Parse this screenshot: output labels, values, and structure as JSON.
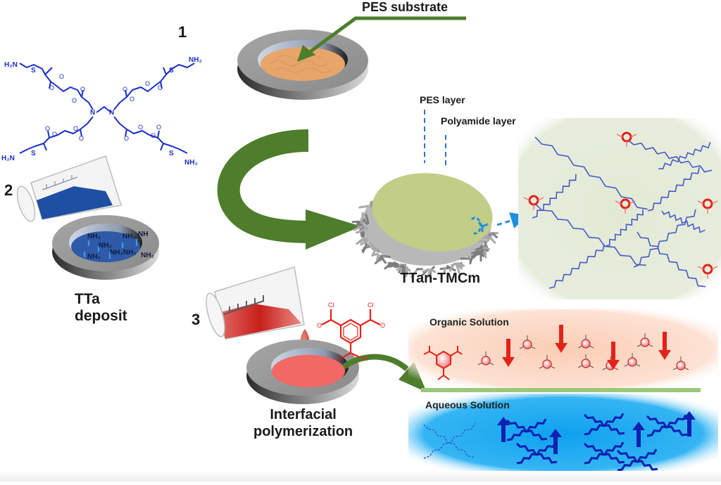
{
  "figure": {
    "steps": [
      {
        "number": "1",
        "caption": "PES substrate"
      },
      {
        "number": "2",
        "caption_lines": [
          "TTa",
          "deposit"
        ]
      },
      {
        "number": "3",
        "caption_lines": [
          "Interfacial",
          "polymerization"
        ]
      }
    ],
    "membrane": {
      "title": "TTan-TMCm",
      "layer_labels": [
        "PES layer",
        "Polyamide layer"
      ]
    },
    "molecule_labels": {
      "amine_end": "NH₂",
      "amine_end_left": "H₂N",
      "core_n": "N",
      "sulfur": "S",
      "oxygen": "O",
      "chlorine": "Cl"
    },
    "dish_amine_labels": [
      "NH₂",
      "NH₂",
      "NH₂",
      "NH₂NH₂",
      "NH₂",
      "NH",
      "NH₂"
    ],
    "interface": {
      "organic_label": "Organic Solution",
      "aqueous_label": "Aqueous Solution"
    },
    "colors": {
      "arrow_green": "#4e7d2c",
      "amine_blue": "#1a2fc7",
      "tmc_red": "#e2231a",
      "substrate_orange": "#e8a56a",
      "membrane_green": "#c2cd88",
      "network_bg": "#e4ecd9",
      "organic_bg": "#fbd3bf",
      "aqueous_bg": "#1fa8ee",
      "interface_line": "#9bc77a",
      "dish_gray": "#9a9a9a",
      "dashed_blue": "#2f6fcf"
    }
  }
}
